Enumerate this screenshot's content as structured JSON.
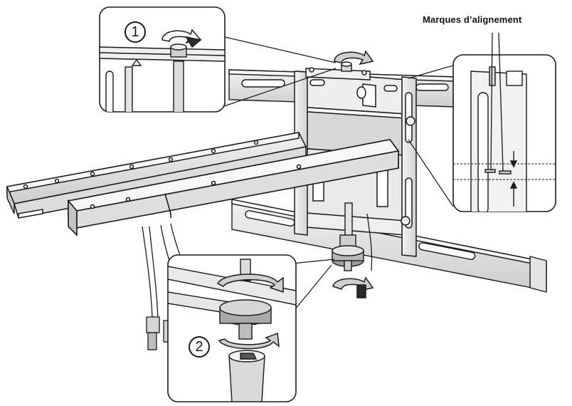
{
  "annotations": {
    "alignment_marks_label": "Marques d’alignement"
  },
  "steps": [
    {
      "number": "1"
    },
    {
      "number": "2"
    }
  ],
  "colors": {
    "stroke": "#1a1a1a",
    "metal_light": "#ececec",
    "metal_mid": "#d6d6d6",
    "metal_dark": "#b5b5b5",
    "arrow_fill": "#cfcfcf"
  },
  "icons": [
    "rotate-clockwise-arrow-icon",
    "rotate-counterclockwise-arrow-icon",
    "up-arrow-icon",
    "down-arrow-icon"
  ]
}
